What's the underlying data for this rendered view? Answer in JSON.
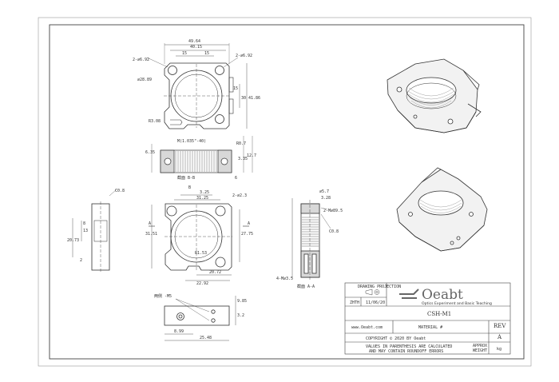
{
  "title_block": {
    "drawing_projection_label": "DRAWING PROJECTION",
    "author": "ZHTH",
    "date": "11/06/20",
    "brand": {
      "name": "Oeabt",
      "tagline": "Optics Experiment and Basic Teaching"
    },
    "part_number": "CSH-M1",
    "website": "www.Oeabt.com",
    "material_label": "MATERIAL #",
    "rev_label": "REV",
    "rev_value": "A",
    "copyright": "COPYRIGHT © 2020 BY Oeabt",
    "note_line1": "VALUES IN PARENTHESIS ARE CALCULATED",
    "note_line2": "AND MAY CONTAIN ROUNDOFF ERRORS",
    "approx_label": "APPROX",
    "weight_label": "WEIGHT",
    "weight_unit": "kg"
  },
  "dimensions": {
    "top_overall": "49.64",
    "top_inner": "40.15",
    "top_left_15": "15",
    "top_right_15": "15",
    "hole_left": "2-∅6.92",
    "hole_right": "2-∅6.92",
    "bore": "∅28.89",
    "small_hole": "R3.08",
    "height_15": "15",
    "height_30": "30",
    "height_total": "41.86",
    "sect_thread": "M(1.035\"-40)",
    "sect_r": "R0.7",
    "sect_left": "6.35",
    "sect_right_a": "3.35",
    "sect_right_b": "12.7",
    "sect_6": "6",
    "section_label_top": "截面 B-B",
    "m2_325": "3.25",
    "m2_3125": "31.25",
    "m2_hole": "2-∅2.3",
    "m2_3151": "31.51",
    "m2_2775": "27.75",
    "m2_r": "R1.53",
    "m2_2072": "20.72",
    "m2_2292": "22.92",
    "m2_a_left": "A",
    "m2_a_right": "A",
    "m2_b": "B",
    "side_c": "C0.8",
    "side_h1": "8",
    "side_h2": "13",
    "side_h3": "20.73",
    "side_w": "2",
    "right_57": "∅5.7",
    "right_328": "3.28",
    "right_hole": "2-M∅89.5",
    "right_c": "C0.8",
    "right_m": "4-M∅3.5",
    "section_label_right": "截面 A-A",
    "bot_note": "两侧 -M5",
    "bot_899": "8.99",
    "bot_2548": "25.48",
    "bot_h": "9.85",
    "bot_h2": "3.2"
  },
  "colors": {
    "line": "#333333",
    "frame": "#555555",
    "hatch": "#444444"
  }
}
